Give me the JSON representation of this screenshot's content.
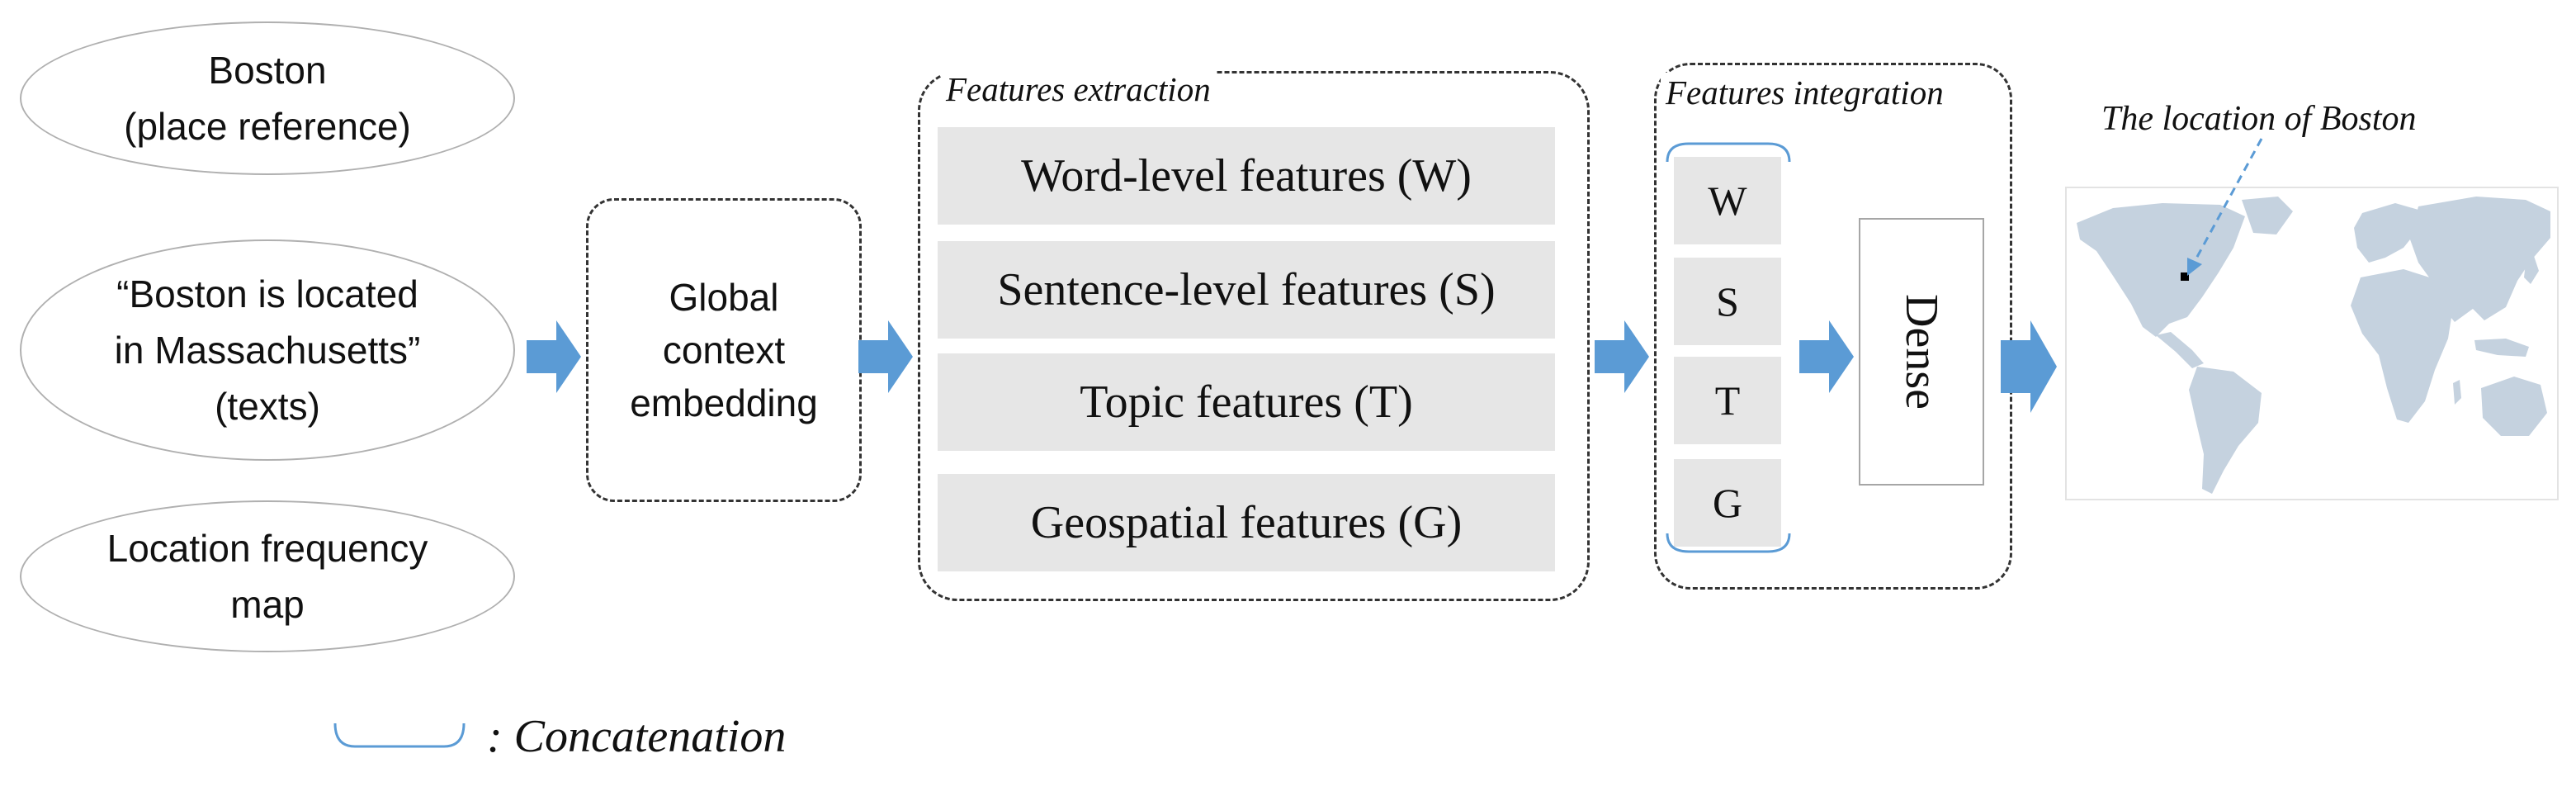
{
  "inputs": {
    "place": {
      "line1": "Boston",
      "line2": "(place reference)"
    },
    "text": {
      "line1": "“Boston is located",
      "line2": "in Massachusetts”",
      "line3": "(texts)"
    },
    "map": {
      "line1": "Location frequency",
      "line2": "map"
    }
  },
  "global_context": {
    "line1": "Global",
    "line2": "context",
    "line3": "embedding"
  },
  "extraction": {
    "title": "Features extraction",
    "features": [
      "Word-level features (W)",
      "Sentence-level features (S)",
      "Topic features (T)",
      "Geospatial features (G)"
    ]
  },
  "integration": {
    "title": "Features integration",
    "letters": [
      "W",
      "S",
      "T",
      "G"
    ],
    "dense_label": "Dense"
  },
  "output": {
    "location_label": "The location of Boston"
  },
  "legend": {
    "concatenation_label": ": Concatenation"
  },
  "colors": {
    "arrow": "#5b9bd5",
    "feature_fill": "#e6e6e6",
    "continent": "#c5d2df",
    "bracket": "#5b9bd5"
  }
}
